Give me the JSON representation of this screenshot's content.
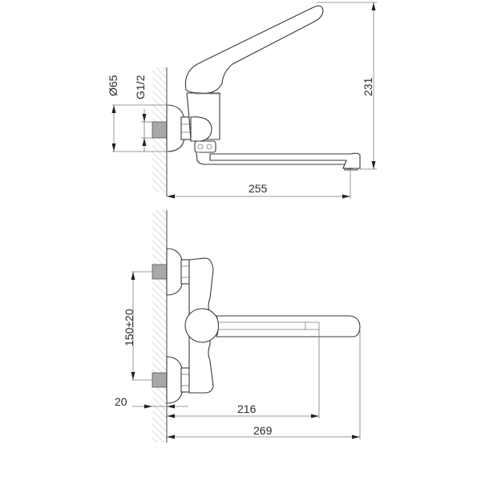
{
  "drawing": {
    "title": "Wall-mounted faucet technical drawing",
    "colors": {
      "line": "#4a4a4a",
      "pipe_fill": "#a8a8a8",
      "hatch": "#9a9a9a",
      "background": "#ffffff"
    }
  },
  "side_view": {
    "dimensions": {
      "flange_diameter": "Ø65",
      "thread": "G1/2",
      "height": "231",
      "spout_reach": "255"
    }
  },
  "front_view": {
    "dimensions": {
      "inlet_spacing": "150±20",
      "wall_offset": "20",
      "outlet_distance": "216",
      "total_length": "269"
    }
  }
}
